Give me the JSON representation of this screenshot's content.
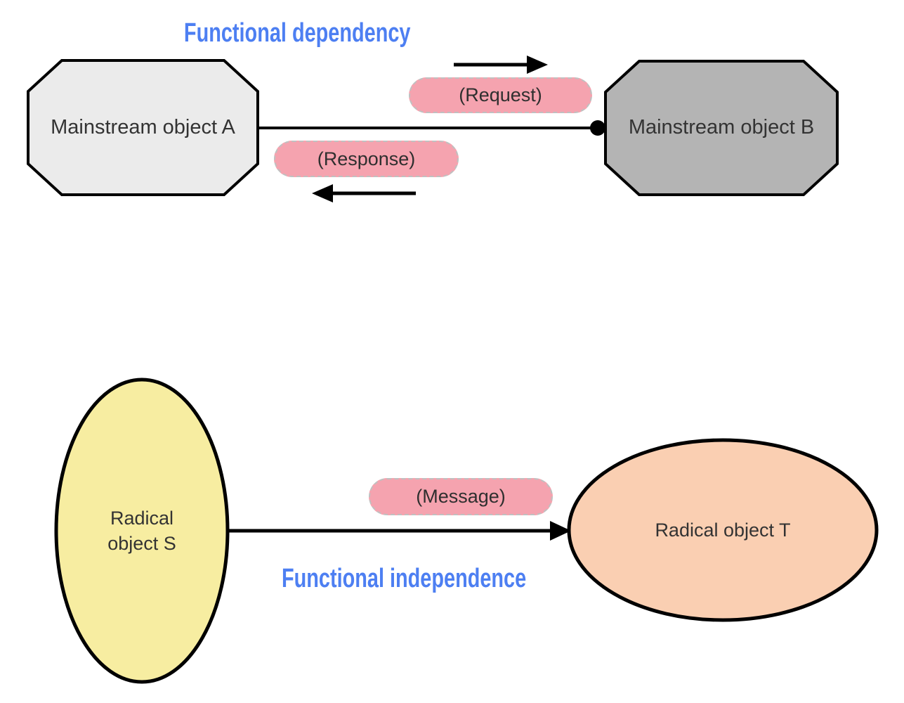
{
  "diagram": {
    "top_section": {
      "title": "Functional dependency",
      "object_a_label": "Mainstream object A",
      "object_b_label": "Mainstream object B",
      "request_label": "(Request)",
      "response_label": "(Response)"
    },
    "bottom_section": {
      "title": "Functional independence",
      "object_s_label": "Radical\nobject S",
      "object_t_label": "Radical object T",
      "message_label": "(Message)"
    }
  },
  "colors": {
    "accent_blue": "#4D7FF2",
    "pill_pink": "#F5A3AF",
    "octagon_a_fill": "#EBEBEB",
    "octagon_b_fill": "#B4B4B4",
    "ellipse_s_fill": "#F7EDA1",
    "ellipse_t_fill": "#FACFB2",
    "stroke_black": "#000000",
    "label_text": "#333333"
  }
}
